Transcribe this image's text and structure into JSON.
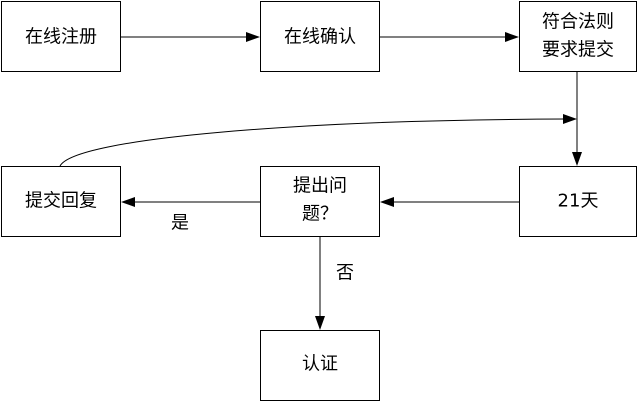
{
  "nodes": {
    "online_register": "在线注册",
    "online_confirm": "在线确认",
    "compliance_line1": "符合法则",
    "compliance_line2": "要求提交",
    "wait_21_days": "21天",
    "question_line1": "提出问",
    "question_line2": "题？",
    "submit_reply": "提交回复",
    "certify": "认证"
  },
  "edges": {
    "yes_label": "是",
    "no_label": "否"
  }
}
